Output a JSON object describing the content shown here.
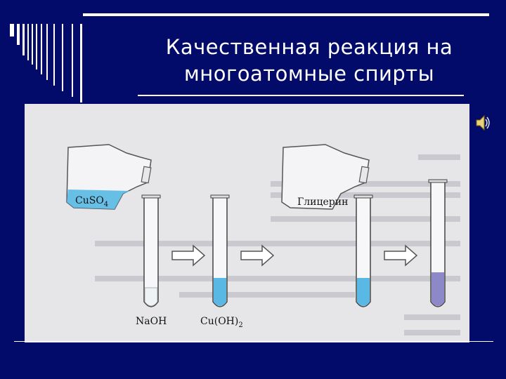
{
  "title": {
    "line1": "Качественная реакция на",
    "line2": "многоатомные спирты"
  },
  "figure": {
    "bottle_left_label": "CuSO",
    "bottle_left_sub": "4",
    "bottle_right_label": "Глицерин",
    "tube1_label": "NaOH",
    "tube2_label": "Cu(OH)",
    "tube2_sub": "2"
  },
  "colors": {
    "background": "#020b6a",
    "accent": "#ffffff",
    "copper_sulfate": "#59b9e4",
    "glycerol_complex": "#8d88c8"
  },
  "icons": [
    "speaker-icon",
    "arrow-right-icon"
  ]
}
